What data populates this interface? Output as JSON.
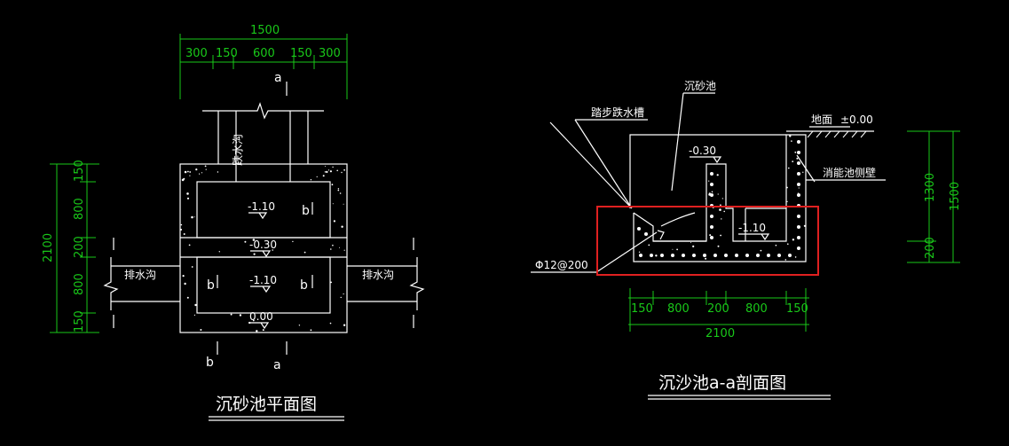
{
  "plan": {
    "title": "沉砂池平面图",
    "top_total_dim": "1500",
    "top_dims": [
      "300",
      "150",
      "600",
      "150",
      "300"
    ],
    "left_total_dim": "2100",
    "left_dims": [
      "150",
      "800",
      "200",
      "800",
      "150"
    ],
    "inlet_label": "跌水沟",
    "drain_left": "排水沟",
    "drain_right": "排水沟",
    "level_upper": "-1.10",
    "level_mid": "-0.30",
    "level_lower": "-1.10",
    "level_bottom": "0.00",
    "section_a": "a",
    "section_b": "b"
  },
  "section": {
    "title": "沉沙池a-a剖面图",
    "label_step": "踏步跌水槽",
    "label_pool": "沉砂池",
    "label_ground": "地面",
    "ground_level": "±0.00",
    "label_wall": "消能池侧壁",
    "rebar": "Φ12@200",
    "level_mid": "-0.30",
    "level_bottom": "-1.10",
    "bottom_dims": [
      "150",
      "800",
      "200",
      "800",
      "150"
    ],
    "bottom_total": "2100",
    "right_dims_inner": [
      "1300",
      "200"
    ],
    "right_dim_outer": "1500"
  },
  "colors": {
    "background": "#000000",
    "dimension": "#19c819",
    "lines": "#ffffff",
    "highlight": "#e02020"
  }
}
